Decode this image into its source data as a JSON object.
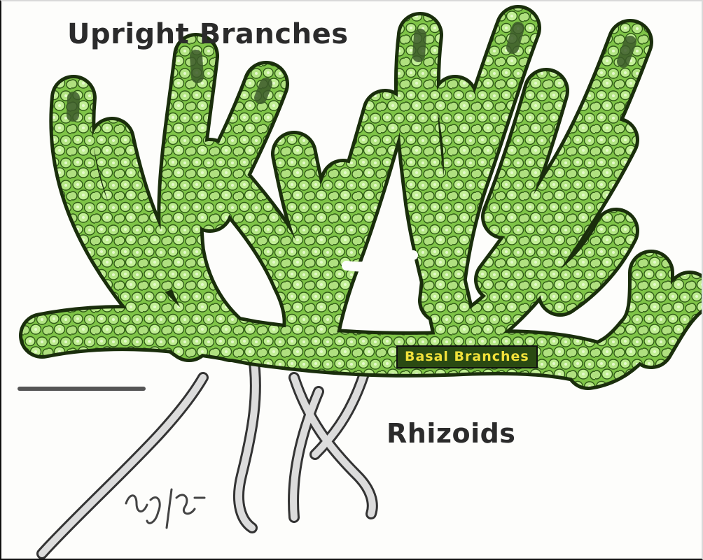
{
  "labels": {
    "upright_branches": "Upright Branches",
    "basal_branches": "Basal Branches",
    "rhizoids": "Rhizoids"
  },
  "colors": {
    "thallus_fill": "#8fcf54",
    "cell_fill": "#b9e98a",
    "cell_stroke": "#2f5a16",
    "outline": "#1a2e0c",
    "rhizoid_stroke": "#3a3a3a",
    "rhizoid_fill": "#d8d8d8",
    "basal_text": "#f2e23a"
  },
  "icons": {
    "scale_bar": "scale-bar",
    "signature": "artist-signature"
  }
}
